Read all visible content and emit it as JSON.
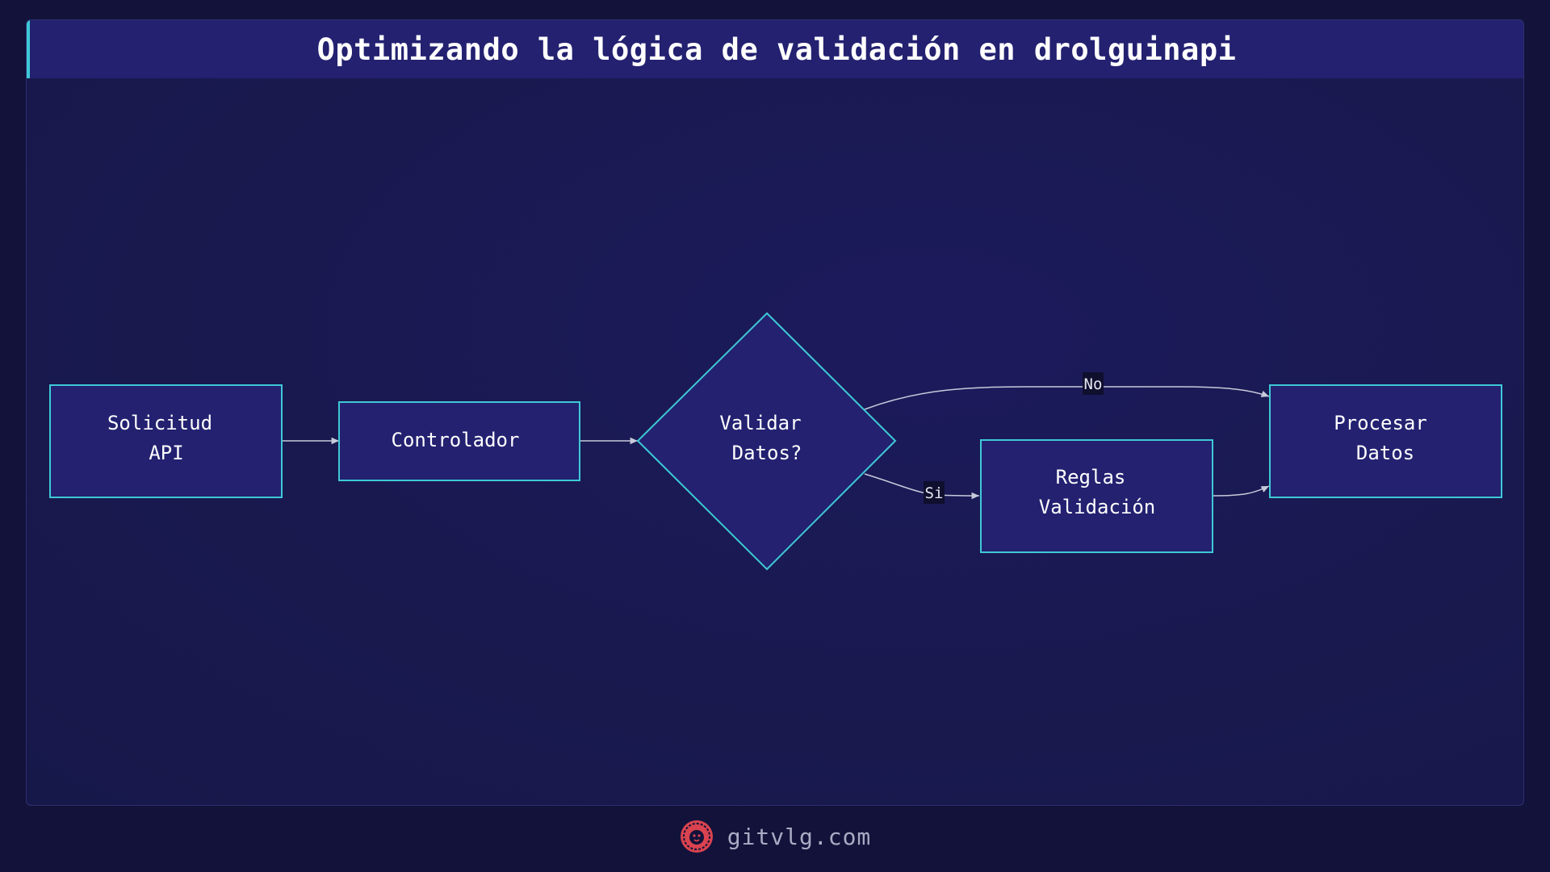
{
  "title": "Optimizando la lógica de validación en drolguinapi",
  "nodes": {
    "solicitud": {
      "line1": "Solicitud",
      "line2": "API"
    },
    "controlador": {
      "line1": "Controlador"
    },
    "validar": {
      "line1": "Validar",
      "line2": "Datos?"
    },
    "reglas": {
      "line1": "Reglas",
      "line2": "Validación"
    },
    "procesar": {
      "line1": "Procesar",
      "line2": "Datos"
    }
  },
  "edges": {
    "no_label": "No",
    "si_label": "Si"
  },
  "footer": {
    "logo_icon": "lion-logo-icon",
    "site": "gitvlg.com"
  },
  "colors": {
    "background": "#12123a",
    "panel": "#19194f",
    "node_fill": "#232170",
    "node_border": "#3ec9d6",
    "edge": "#c8cadb",
    "logo": "#d9434f"
  }
}
